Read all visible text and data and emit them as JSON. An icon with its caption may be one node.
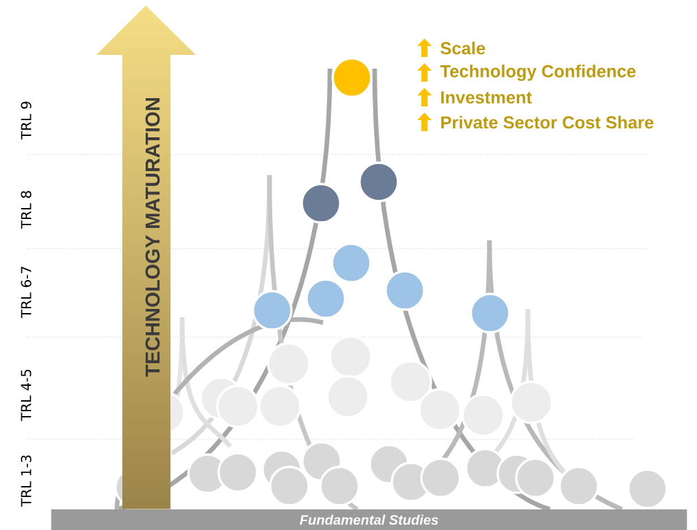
{
  "diagram": {
    "nodes": [
      {
        "text": [
          "TECHNOLOGY MATURATION"
        ]
      },
      {
        "text": [
          "Fundamental Studies"
        ]
      }
    ],
    "labels": [
      "Scale",
      "Technology Confidence",
      "Investment",
      "Private Sector Cost Share",
      "TRL 9",
      "TRL 8",
      "TRL 6-7",
      "TRL 4-5",
      "TRL 1-3"
    ]
  }
}
